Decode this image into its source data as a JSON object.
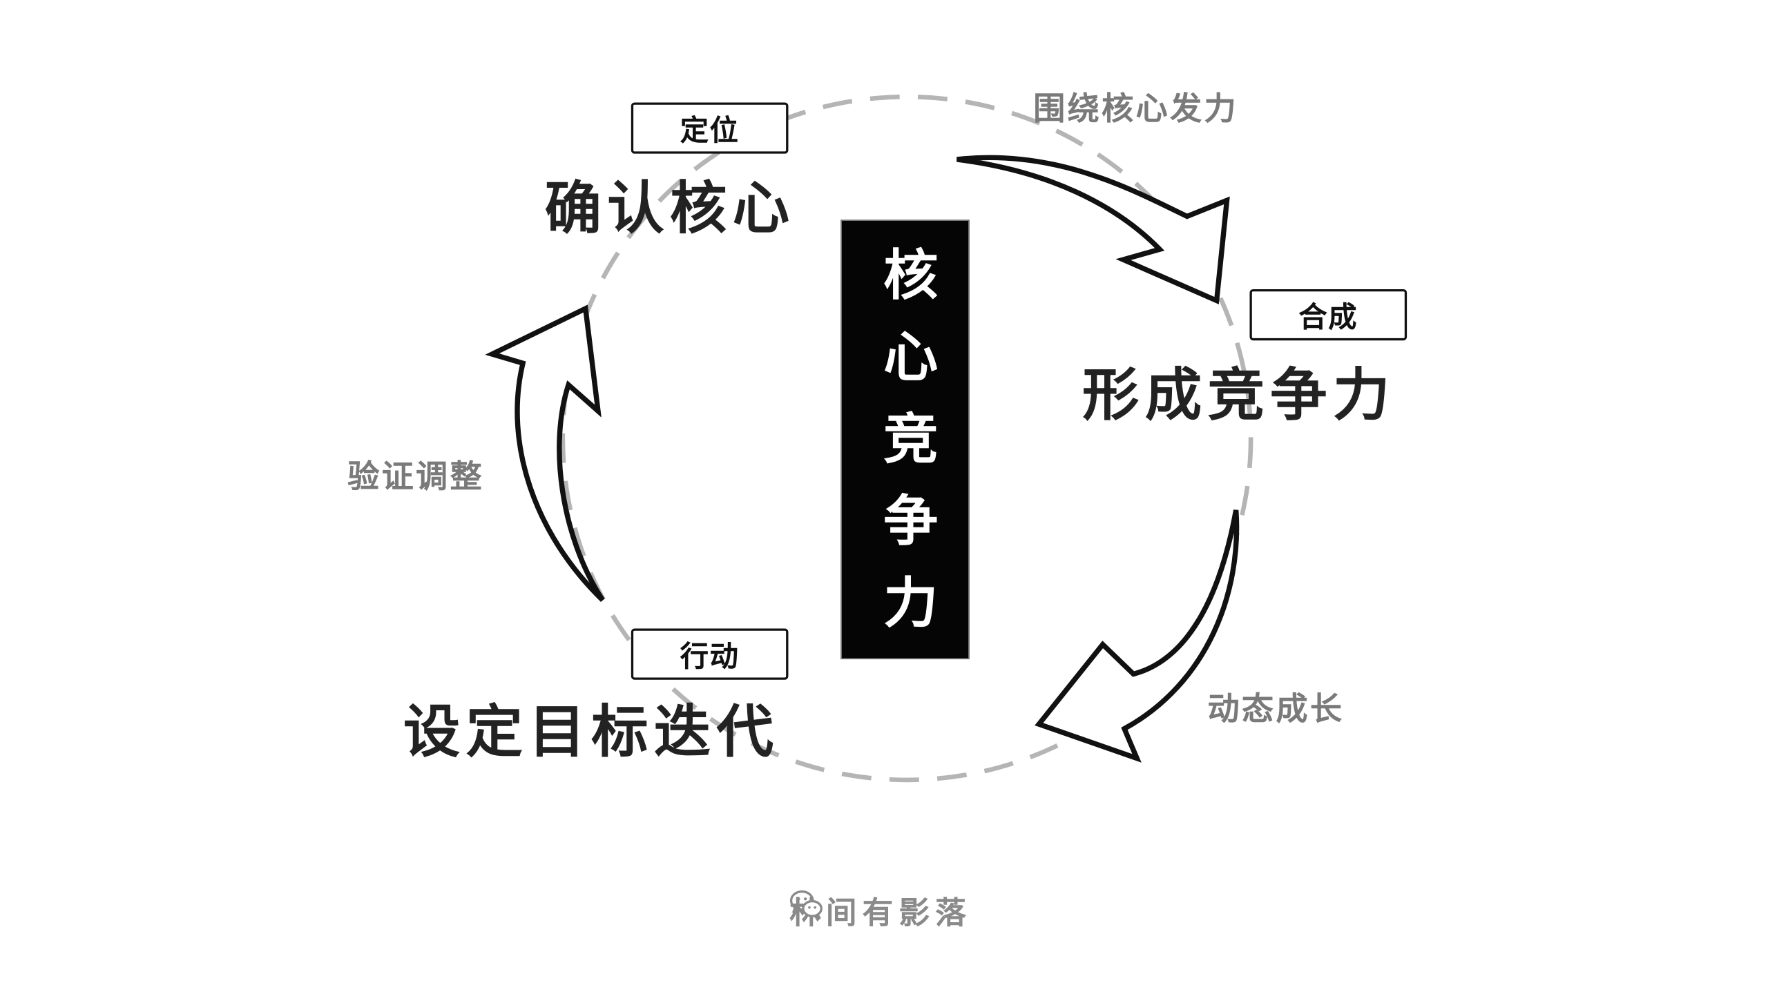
{
  "center": {
    "title": "核心竞争力"
  },
  "stages": {
    "top_left": {
      "tag": "定位",
      "title": "确认核心"
    },
    "right": {
      "tag": "合成",
      "title": "形成竞争力"
    },
    "bottom_left": {
      "tag": "行动",
      "title": "设定目标迭代"
    }
  },
  "transitions": {
    "top_right": "围绕核心发力",
    "bottom_right": "动态成长",
    "left": "验证调整"
  },
  "footer": {
    "icon": "wechat-icon",
    "text": "林间有影落"
  },
  "colors": {
    "primary": "#111111",
    "dashed_circle": "#b5b5b5",
    "annotation": "#7a7a7a",
    "center_bg": "#050505"
  }
}
